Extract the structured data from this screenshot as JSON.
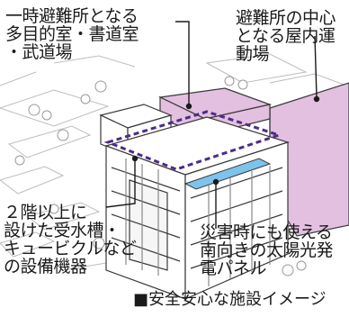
{
  "labels": {
    "rooms": [
      "一時避難所となる",
      "多目的室・書道室",
      "・武道場"
    ],
    "gym": [
      "避難所の中心",
      "となる屋内運",
      "動場"
    ],
    "utilities": [
      "２階以上に",
      "設けた受水槽・",
      "キュービクルなど",
      "の設備機器"
    ],
    "solar": [
      "災害時にも使える",
      "南向きの太陽光発",
      "電パネル"
    ]
  },
  "caption": "■安全安心な施設イメージ",
  "colors": {
    "highlight_pink": "#e3bfe0",
    "highlight_blue": "#7ec3ec",
    "dashed_outline": "#4b2c86",
    "linework": "#3a3a3a"
  }
}
